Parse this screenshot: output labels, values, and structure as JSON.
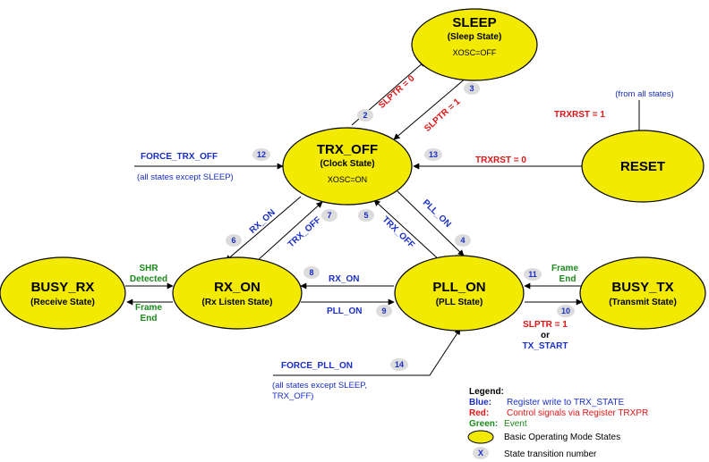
{
  "colors": {
    "state_fill": "#f2ea00",
    "blue": "#1a2ec8",
    "red": "#e01414",
    "green": "#1a8a1a",
    "badge": "#dcdcdc"
  },
  "states": {
    "sleep": {
      "name": "SLEEP",
      "sub": "(Sleep State)",
      "note": "XOSC=OFF"
    },
    "trx_off": {
      "name": "TRX_OFF",
      "sub": "(Clock State)",
      "note": "XOSC=ON"
    },
    "reset": {
      "name": "RESET"
    },
    "busy_rx": {
      "name": "BUSY_RX",
      "sub": "(Receive State)"
    },
    "rx_on": {
      "name": "RX_ON",
      "sub": "(Rx Listen State)"
    },
    "pll_on": {
      "name": "PLL_ON",
      "sub": "(PLL State)"
    },
    "busy_tx": {
      "name": "BUSY_TX",
      "sub": "(Transmit State)"
    }
  },
  "labels": {
    "slptr0": "SLPTR = 0",
    "slptr1": "SLPTR = 1",
    "from_all_states": "(from all states)",
    "trxrst1": "TRXRST = 1",
    "trxrst0": "TRXRST = 0",
    "force_trx_off": "FORCE_TRX_OFF",
    "all_except_sleep": "(all states except SLEEP)",
    "rx_on_a": "RX_ON",
    "trx_off_a": "TRX_OFF",
    "trx_off_b": "TRX_OFF",
    "pll_on_a": "PLL_ON",
    "rx_on_b": "RX_ON",
    "pll_on_b": "PLL_ON",
    "shr": "SHR",
    "detected": "Detected",
    "frame_a": "Frame",
    "end_a": "End",
    "frame_b": "Frame",
    "end_b": "End",
    "slptr1_b": "SLPTR = 1",
    "or": "or",
    "tx_start": "TX_START",
    "force_pll_on": "FORCE_PLL_ON",
    "all_except_1": "(all states except SLEEP,",
    "all_except_2": "TRX_OFF)"
  },
  "transition_numbers": [
    "2",
    "3",
    "12",
    "13",
    "6",
    "7",
    "5",
    "4",
    "8",
    "9",
    "11",
    "10",
    "14"
  ],
  "legend": {
    "title": "Legend:",
    "blue_key": "Blue",
    "blue_text": "Register write to TRX_STATE",
    "red_key": "Red",
    "red_text": "Control signals via Register TRXPR",
    "green_key": "Green",
    "green_text": "Event",
    "states_text": "Basic Operating Mode States",
    "x_symbol": "X",
    "x_text": "State transition number"
  }
}
